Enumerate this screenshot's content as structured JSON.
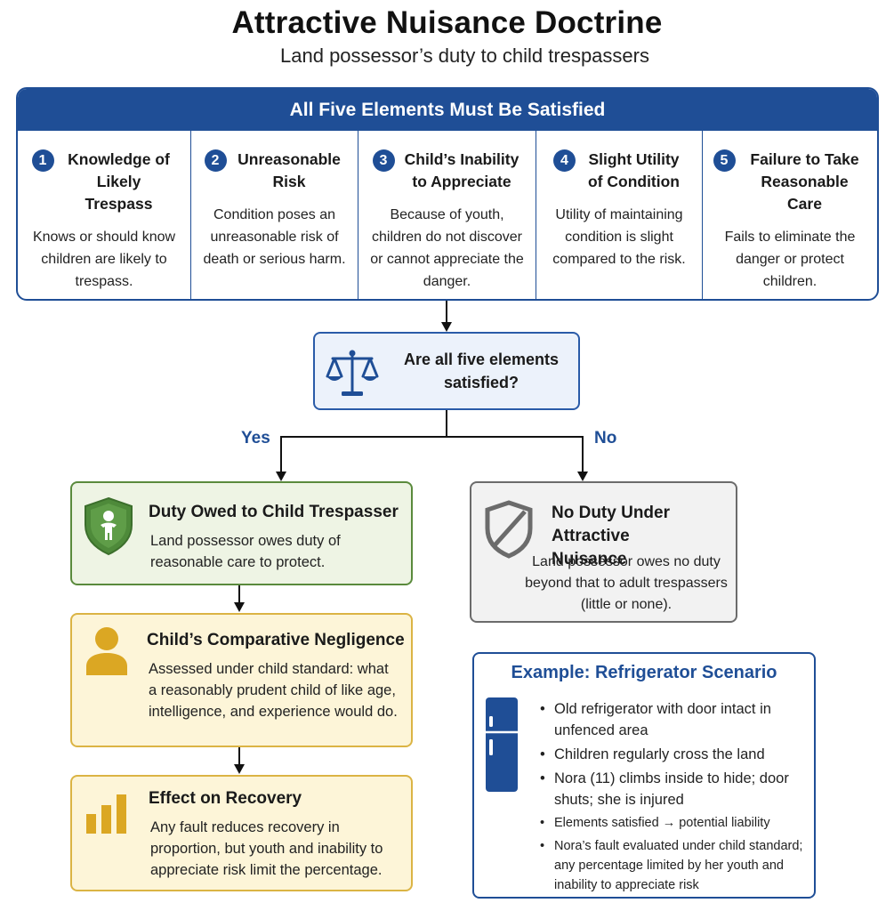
{
  "title": "Attractive Nuisance Doctrine",
  "subtitle": "Land possessor’s duty to child trespassers",
  "elements": {
    "header": "All Five Elements Must Be Satisfied",
    "items": [
      {
        "num": "1",
        "title": "Knowledge of Likely Trespass",
        "desc": "Knows or should know children are likely to trespass."
      },
      {
        "num": "2",
        "title": "Unreasonable Risk",
        "desc": "Condition poses an unreasonable risk of death or serious harm."
      },
      {
        "num": "3",
        "title": "Child’s Inability to Appreciate",
        "desc": "Because of youth, children do not discover or cannot appreciate the danger."
      },
      {
        "num": "4",
        "title": "Slight Utility of Condition",
        "desc": "Utility of maintaining condition is slight compared to the risk."
      },
      {
        "num": "5",
        "title": "Failure to Take Reasonable Care",
        "desc": "Fails to eliminate the danger or protect children."
      }
    ]
  },
  "decision": {
    "question": "Are all five elements satisfied?",
    "yes_label": "Yes",
    "no_label": "No",
    "icon": "scales-icon"
  },
  "duty": {
    "title": "Duty Owed to Child Trespasser",
    "text": "Land possessor owes duty of reasonable care to protect.",
    "icon": "shield-child-icon"
  },
  "no_duty": {
    "title": "No Duty Under Attractive Nuisance",
    "text": "Land possessor owes no duty beyond that to adult trespassers (little or none).",
    "icon": "shield-slash-icon"
  },
  "negligence": {
    "title": "Child’s Comparative Negligence",
    "text": "Assessed under child standard: what a reasonably prudent child of like age, intelligence, and experience would do.",
    "icon": "person-icon"
  },
  "effect": {
    "title": "Effect on Recovery",
    "text": "Any fault reduces recovery in proportion, but youth and inability to appreciate risk limit the percentage.",
    "icon": "bar-chart-icon"
  },
  "example": {
    "title": "Example: Refrigerator Scenario",
    "icon": "refrigerator-icon",
    "bullets": [
      "Old refrigerator with door intact in unfenced area",
      "Children regularly cross the land",
      "Nora (11) climbs inside to hide; door shuts; she is injured",
      "Elements satisfied → potential liability",
      "Nora’s fault evaluated under child standard; any percentage limited by her youth and inability to appreciate risk"
    ]
  },
  "colors": {
    "primary_blue": "#1f4e96",
    "duty_green": "#5a8a3c",
    "neutral_gray": "#6b6b6b",
    "accent_gold": "#dbb444"
  }
}
